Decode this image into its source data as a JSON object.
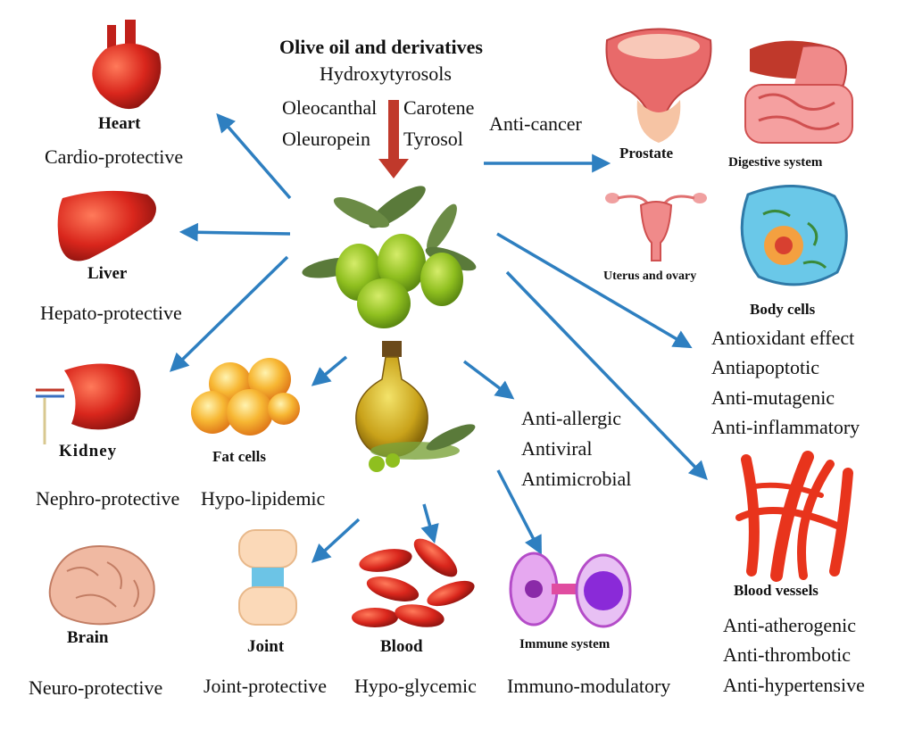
{
  "compounds": {
    "title": "Olive oil and derivatives",
    "hydroxytyrosols": "Hydroxytyrosols",
    "oleocanthal": "Oleocanthal",
    "carotene": "Carotene",
    "oleuropein": "Oleuropein",
    "tyrosol": "Tyrosol"
  },
  "heart": {
    "name": "Heart",
    "effect": "Cardio-protective"
  },
  "liver": {
    "name": "Liver",
    "effect": "Hepato-protective"
  },
  "kidney": {
    "name": "Kidney",
    "effect": "Nephro-protective"
  },
  "fat_cells": {
    "name": "Fat cells",
    "effect": "Hypo-lipidemic"
  },
  "brain": {
    "name": "Brain",
    "effect": "Neuro-protective"
  },
  "joint": {
    "name": "Joint",
    "effect": "Joint-protective"
  },
  "blood": {
    "name": "Blood",
    "effect": "Hypo-glycemic"
  },
  "immune": {
    "name": "Immune system",
    "effect": "Immuno-modulatory"
  },
  "anti_cancer": "Anti-cancer",
  "prostate": {
    "name": "Prostate"
  },
  "digestive": {
    "name": "Digestive system"
  },
  "uterus": {
    "name": "Uterus and ovary"
  },
  "body_cells": {
    "name": "Body cells",
    "effects": [
      "Antioxidant effect",
      "Antiapoptotic",
      "Anti-mutagenic",
      "Anti-inflammatory"
    ]
  },
  "micro": {
    "effects": [
      "Anti-allergic",
      "Antiviral",
      "Antimicrobial"
    ]
  },
  "blood_vessels": {
    "name": "Blood vessels",
    "effects": [
      "Anti-atherogenic",
      "Anti-thrombotic",
      "Anti-hypertensive"
    ]
  },
  "colors": {
    "arrow": "#2e7fc0",
    "source_arrow": "#c0392b",
    "organ_red": "#d9261c"
  }
}
